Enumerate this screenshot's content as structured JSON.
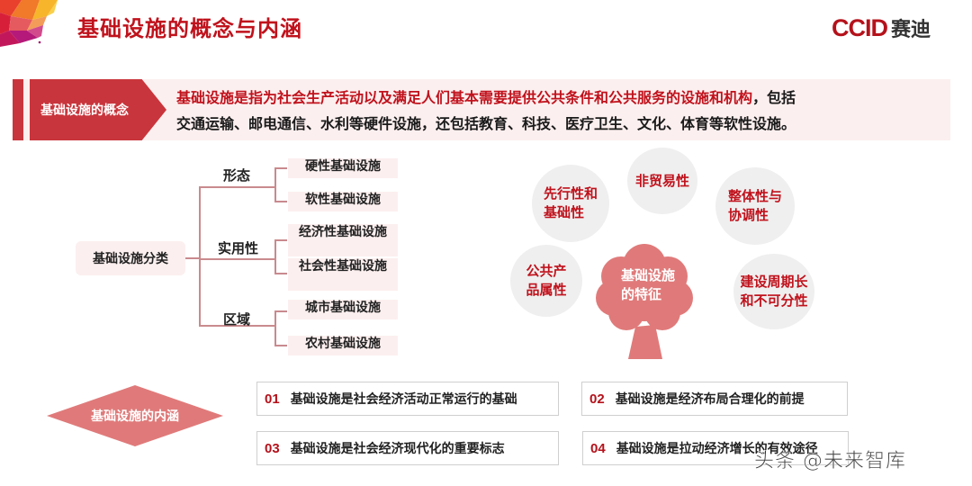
{
  "header": {
    "title": "基础设施的概念与内涵",
    "brand_latin": "CCID",
    "brand_cn": "赛迪",
    "colors": {
      "title": "#c0121c",
      "accent": "#c9353c",
      "light_bg": "#fcefef"
    }
  },
  "concept": {
    "tag": "基础设施的概念",
    "highlight": "基础设施是指为社会生产活动以及满足人们基本需要提供公共条件和公共服务的设施和机构",
    "line1_rest": "，包括",
    "line2": "交通运输、邮电通信、水利等硬件设施，还包括教育、科技、医疗卫生、文化、体育等软性设施。"
  },
  "classification": {
    "root": "基础设施分类",
    "categories": [
      {
        "label": "形态",
        "leaves": [
          "硬性基础设施",
          "软性基础设施"
        ]
      },
      {
        "label": "实用性",
        "leaves": [
          "经济性基础设施",
          "社会性基础设施"
        ]
      },
      {
        "label": "区域",
        "leaves": [
          "城市基础设施",
          "农村基础设施"
        ]
      }
    ]
  },
  "features": {
    "center": "基础设施的特征",
    "center_lines": [
      "基础设施",
      "的特征"
    ],
    "items": [
      {
        "lines": [
          "先行性和",
          "基础性"
        ]
      },
      {
        "lines": [
          "非贸易性"
        ]
      },
      {
        "lines": [
          "整体性与",
          "协调性"
        ]
      },
      {
        "lines": [
          "公共产",
          "品属性"
        ]
      },
      {
        "lines": [
          "建设周期长",
          "和不可分性"
        ]
      }
    ]
  },
  "connotation": {
    "label": "基础设施的内涵",
    "items": [
      {
        "num": "01",
        "text": "基础设施是社会经济活动正常运行的基础"
      },
      {
        "num": "02",
        "text": "基础设施是经济布局合理化的前提"
      },
      {
        "num": "03",
        "text": "基础设施是社会经济现代化的重要标志"
      },
      {
        "num": "04",
        "text": "基础设施是拉动经济增长的有效途径"
      }
    ]
  },
  "watermark": "头条 @未来智库"
}
